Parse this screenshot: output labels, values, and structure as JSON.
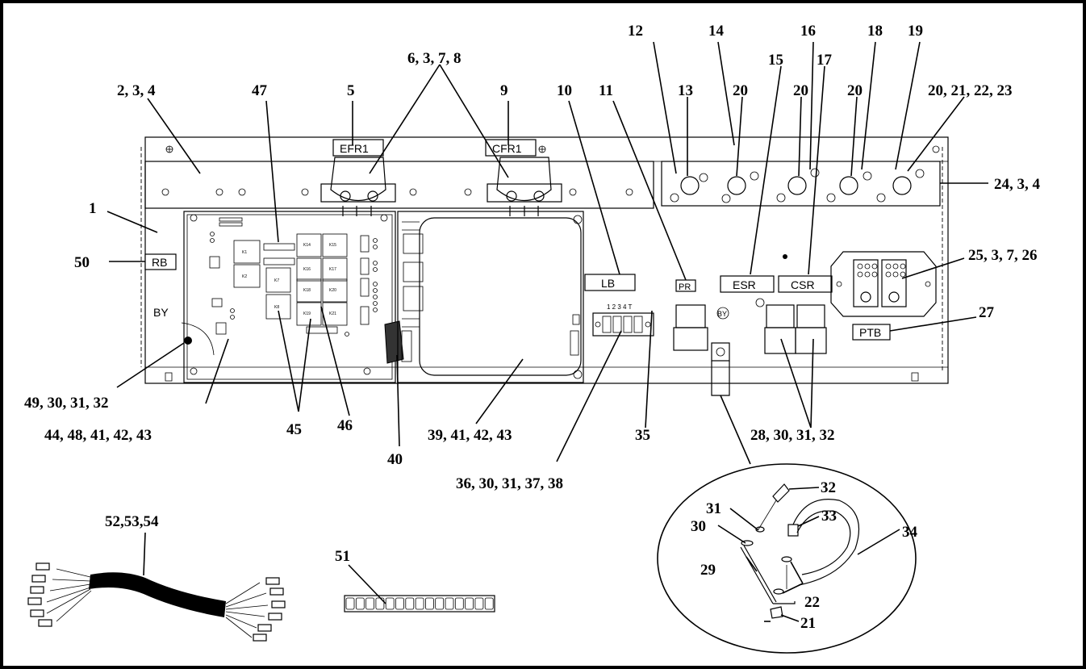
{
  "diagram": {
    "callouts": {
      "c1": "1",
      "c2_3_4": "2, 3, 4",
      "c5": "5",
      "c6_3_7_8": "6, 3, 7, 8",
      "c9": "9",
      "c10": "10",
      "c11": "11",
      "c12": "12",
      "c13": "13",
      "c14": "14",
      "c15": "15",
      "c16": "16",
      "c17": "17",
      "c18": "18",
      "c19": "19",
      "c20a": "20",
      "c20b": "20",
      "c20c": "20",
      "c20_21_22_23": "20, 21, 22, 23",
      "c24_3_4": "24, 3, 4",
      "c25_3_7_26": "25, 3, 7, 26",
      "c27": "27",
      "c28_30_31_32": "28, 30, 31, 32",
      "c35": "35",
      "c36_30_31_37_38": "36, 30, 31, 37, 38",
      "c39_41_42_43": "39, 41, 42, 43",
      "c40": "40",
      "c44_48_41_42_43": "44, 48, 41, 42, 43",
      "c45": "45",
      "c46": "46",
      "c47": "47",
      "c49_30_31_32": "49, 30, 31,  32",
      "c50": "50",
      "c51": "51",
      "c52_53_54": "52,53,54",
      "d29": "29",
      "d30": "30",
      "d31": "31",
      "d32": "32",
      "d33": "33",
      "d34": "34",
      "d22": "22",
      "d21": "21"
    },
    "panel_labels": {
      "efr1": "EFR1",
      "cfr1": "CFR1",
      "rb": "RB",
      "by_left": "BY",
      "lb": "LB",
      "pr": "PR",
      "by_right": "BY",
      "esr": "ESR",
      "csr": "CSR",
      "ptb": "PTB",
      "tb_terminals": "1  2  3  4  T",
      "k1": "K1",
      "k2": "K2",
      "k7": "K7",
      "k8": "K8",
      "k14": "K14",
      "k15": "K15",
      "k16": "K16",
      "k17": "K17",
      "k18": "K18",
      "k19": "K19",
      "k20": "K20",
      "k21": "K21"
    }
  }
}
